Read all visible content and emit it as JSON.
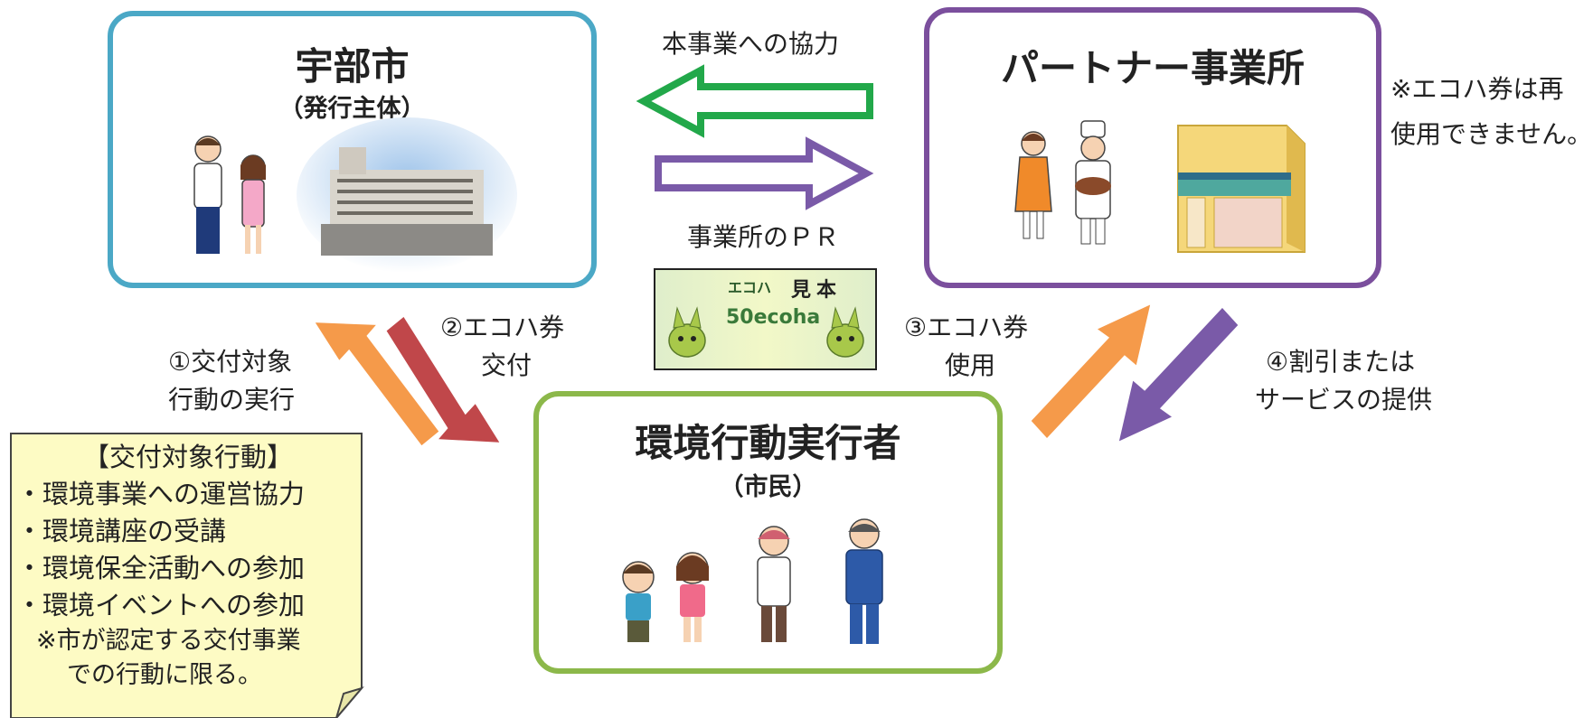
{
  "city": {
    "title": "宇部市",
    "subtitle": "（発行主体）"
  },
  "partner": {
    "title": "パートナー事業所"
  },
  "actor": {
    "title": "環境行動実行者",
    "subtitle": "（市民）"
  },
  "flows": {
    "cooperation": "本事業への協力",
    "pr": "事業所のＰＲ",
    "step1_line1": "①交付対象",
    "step1_line2": "行動の実行",
    "step2_line1": "②エコハ券",
    "step2_line2": "交付",
    "step3_line1": "③エコハ券",
    "step3_line2": "使用",
    "step4_line1": "④割引または",
    "step4_line2": "サービスの提供"
  },
  "notice": {
    "line1": "※エコハ券は再",
    "line2": "使用できません。"
  },
  "ticket": {
    "brand": "エコハ",
    "mark": "見本",
    "amount": "50ecoha"
  },
  "criteria": {
    "heading": "【交付対象行動】",
    "items": [
      "・環境事業への運営協力",
      "・環境講座の受講",
      "・環境保全活動への参加",
      "・環境イベントへの参加"
    ],
    "footnote1": "※市が認定する交付事業",
    "footnote2": "での行動に限る。"
  },
  "colors": {
    "city": "#4ba8c6",
    "partner": "#7b4f9d",
    "actor": "#8cb84a",
    "orange": "#f59a4a",
    "red": "#c0474a",
    "purple": "#7a5aa8",
    "green": "#22a84a",
    "note": "#fdfbc4"
  }
}
